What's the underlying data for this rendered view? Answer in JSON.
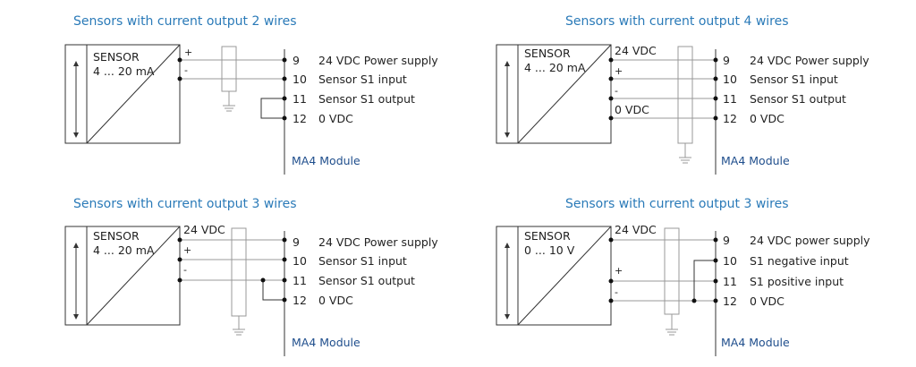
{
  "colors": {
    "title": "#2a7ab8",
    "module_title": "#1f4e8c",
    "line": "#333333",
    "wire": "#999999"
  },
  "diagrams": [
    {
      "title": "Sensors with current output 2 wires",
      "sensor_name": "SENSOR",
      "sensor_range": "4 ... 20 mA",
      "wire_labels": {
        "plus": "+",
        "minus": "-"
      },
      "terminals": [
        {
          "num": "9",
          "label": "24 VDC Power supply"
        },
        {
          "num": "10",
          "label": "Sensor S1 input"
        },
        {
          "num": "11",
          "label": "Sensor S1 output"
        },
        {
          "num": "12",
          "label": "0 VDC"
        }
      ],
      "module": "MA4 Module"
    },
    {
      "title": "Sensors with current output 4 wires",
      "sensor_name": "SENSOR",
      "sensor_range": "4 ... 20 mA",
      "wire_labels": {
        "supply": "24 VDC",
        "plus": "+",
        "minus": "-",
        "zero": "0 VDC"
      },
      "terminals": [
        {
          "num": "9",
          "label": "24 VDC Power supply"
        },
        {
          "num": "10",
          "label": "Sensor S1 input"
        },
        {
          "num": "11",
          "label": "Sensor S1 output"
        },
        {
          "num": "12",
          "label": "0 VDC"
        }
      ],
      "module": "MA4 Module"
    },
    {
      "title": "Sensors with current output 3 wires",
      "sensor_name": "SENSOR",
      "sensor_range": "4 ... 20 mA",
      "wire_labels": {
        "supply": "24 VDC",
        "plus": "+",
        "minus": "-"
      },
      "terminals": [
        {
          "num": "9",
          "label": "24 VDC Power supply"
        },
        {
          "num": "10",
          "label": "Sensor S1 input"
        },
        {
          "num": "11",
          "label": "Sensor S1 output"
        },
        {
          "num": "12",
          "label": "0 VDC"
        }
      ],
      "module": "MA4 Module"
    },
    {
      "title": "Sensors with current output 3 wires",
      "sensor_name": "SENSOR",
      "sensor_range": "0 ... 10 V",
      "wire_labels": {
        "supply": "24 VDC",
        "plus": "+",
        "minus": "-"
      },
      "terminals": [
        {
          "num": "9",
          "label": "24 VDC power supply"
        },
        {
          "num": "10",
          "label": "S1 negative input"
        },
        {
          "num": "11",
          "label": "S1 positive input"
        },
        {
          "num": "12",
          "label": "0 VDC"
        }
      ],
      "module": "MA4 Module"
    }
  ]
}
